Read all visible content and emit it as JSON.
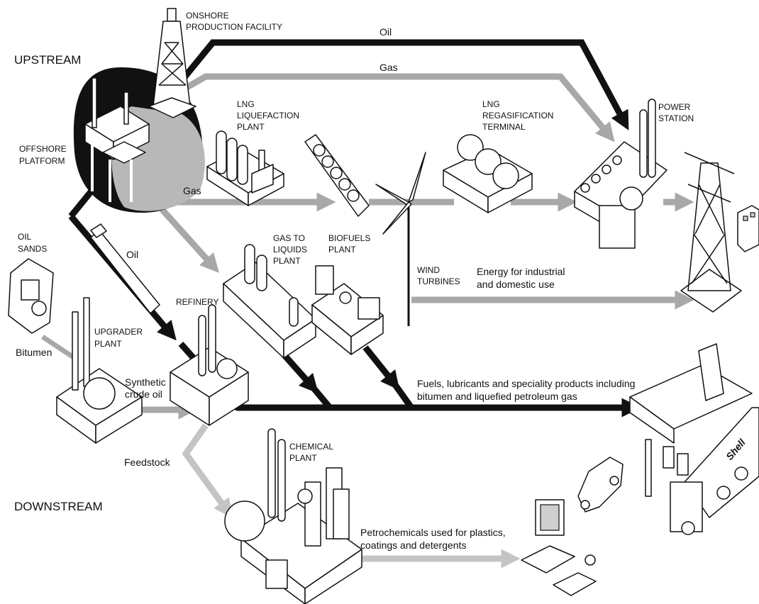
{
  "sections": {
    "upstream": "UPSTREAM",
    "downstream": "DOWNSTREAM"
  },
  "flows": {
    "oil_top": "Oil",
    "gas_top": "Gas",
    "gas_mid": "Gas",
    "oil_mid": "Oil",
    "bitumen": "Bitumen",
    "synthetic_crude": [
      "Synthetic",
      "crude oil"
    ],
    "feedstock": "Feedstock",
    "energy": [
      "Energy for industrial",
      "and domestic use"
    ],
    "fuels": [
      "Fuels, lubricants and speciality products including",
      "bitumen and liquefied petroleum gas"
    ],
    "petrochemicals": [
      "Petrochemicals used for plastics,",
      "coatings and detergents"
    ]
  },
  "facilities": {
    "onshore": [
      "ONSHORE",
      "PRODUCTION FACILITY"
    ],
    "offshore": [
      "OFFSHORE",
      "PLATFORM"
    ],
    "lng_liquefaction": [
      "LNG",
      "LIQUEFACTION",
      "PLANT"
    ],
    "lng_regas": [
      "LNG",
      "REGASIFICATION",
      "TERMINAL"
    ],
    "power_station": [
      "POWER",
      "STATION"
    ],
    "oil_sands": [
      "OIL",
      "SANDS"
    ],
    "gas_to_liquids": [
      "GAS TO",
      "LIQUIDS",
      "PLANT"
    ],
    "biofuels": [
      "BIOFUELS",
      "PLANT"
    ],
    "wind": [
      "WIND",
      "TURBINES"
    ],
    "refinery": "REFINERY",
    "upgrader": [
      "UPGRADER",
      "PLANT"
    ],
    "chemical": [
      "CHEMICAL",
      "PLANT"
    ]
  },
  "truck_brand": "Shell",
  "colors": {
    "oil": "#111111",
    "gas": "#a8a8a8",
    "feedstock": "#c4c4c4"
  }
}
